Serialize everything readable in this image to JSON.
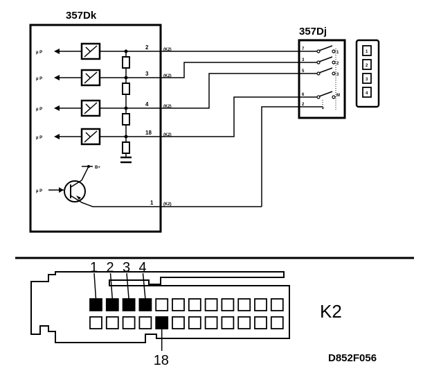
{
  "ecu": {
    "title": "357Dk",
    "channels": [
      {
        "pin": "2",
        "tag": "(K2)",
        "mu": "µ P"
      },
      {
        "pin": "3",
        "tag": "(K2)",
        "mu": "µ P"
      },
      {
        "pin": "4",
        "tag": "(K2)",
        "mu": "µ P"
      },
      {
        "pin": "18",
        "tag": "(K2)",
        "mu": "µ P"
      }
    ],
    "transistor": {
      "pin": "1",
      "tag": "(K2)",
      "mu": "µ P",
      "supply": "B+"
    }
  },
  "switch": {
    "title": "357Dj",
    "pins_left": [
      "7",
      "3",
      "5",
      "6",
      "2"
    ],
    "positions": [
      "1",
      "2",
      "3",
      "M"
    ],
    "plus": "+"
  },
  "gear_indicator": {
    "labels": [
      "1",
      "2",
      "3",
      "4"
    ]
  },
  "connector": {
    "name": "K2",
    "top_labels": [
      "1",
      "2",
      "3",
      "4"
    ],
    "bottom_label": "18",
    "rows": 2,
    "cols": 12,
    "filled_top": [
      1,
      2,
      3,
      4
    ],
    "filled_bottom": [
      5
    ]
  },
  "figure_code": "D852F056"
}
